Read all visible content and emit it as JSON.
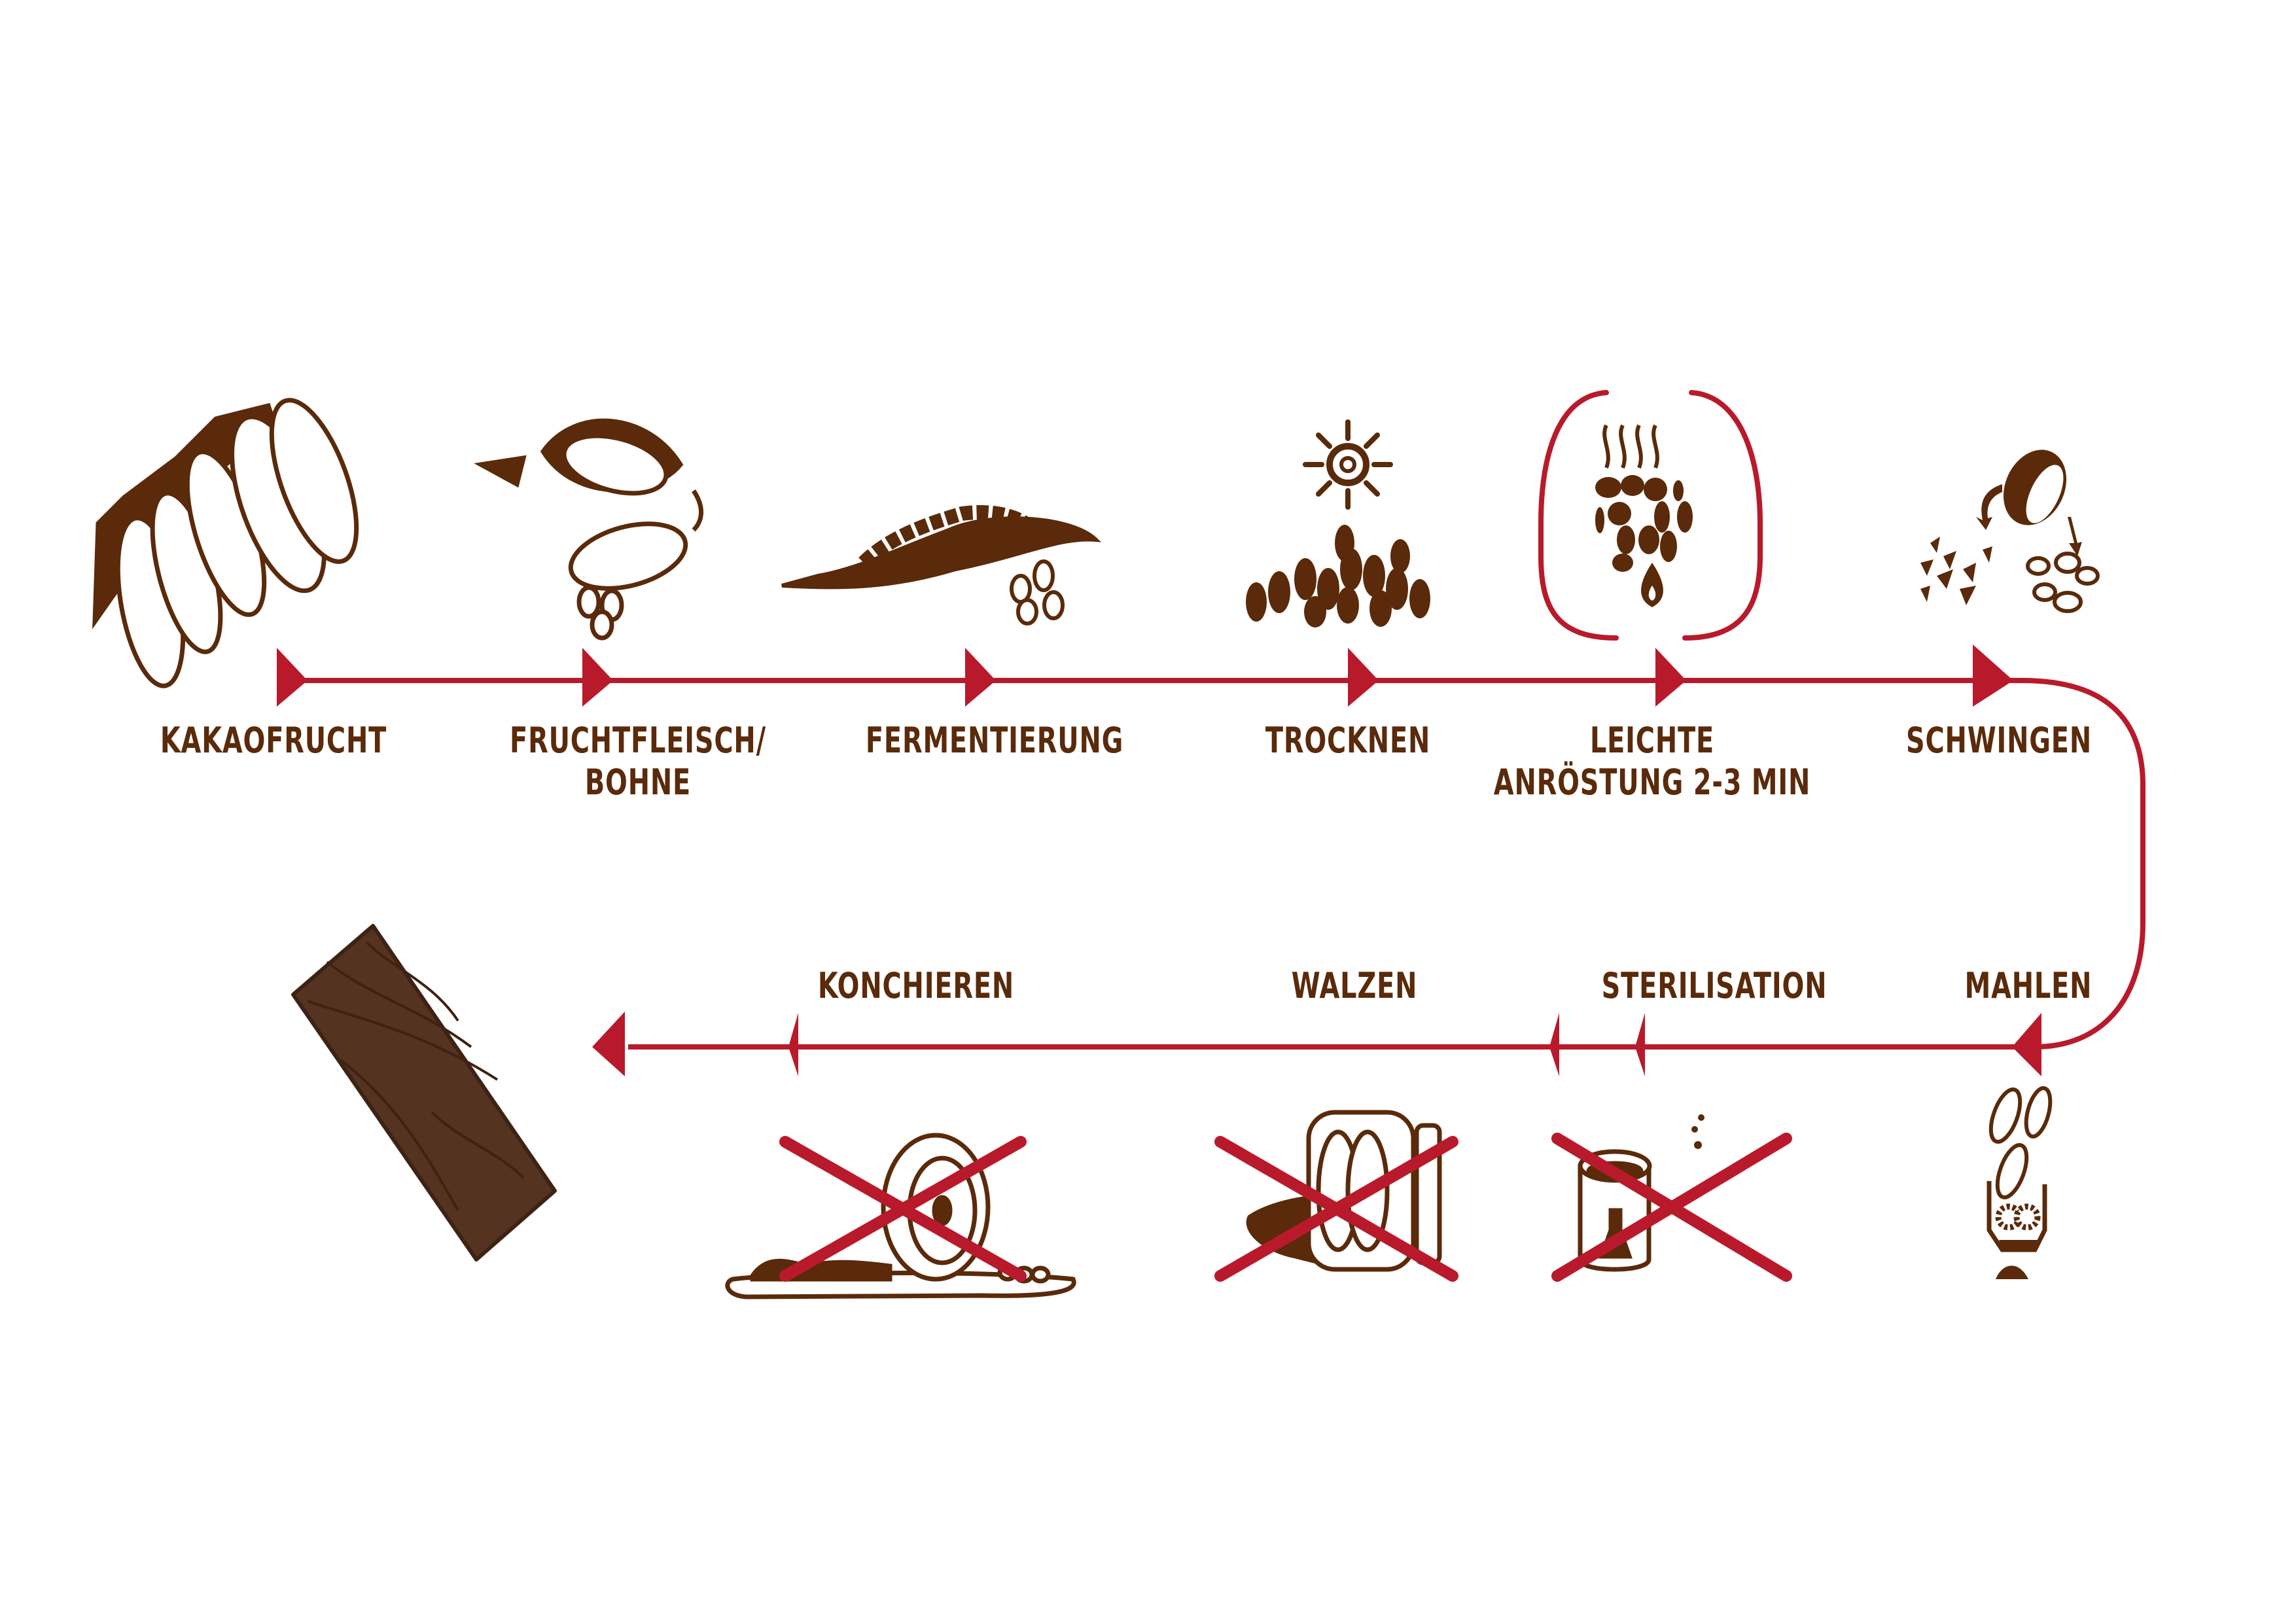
{
  "title": "Kakao-Verarbeitungsprozess",
  "colors": {
    "line": "#b91a2b",
    "text": "#5a2a0a",
    "illustration": "#5a2a0a",
    "chocolate_bar": "#553321",
    "background": "#ffffff"
  },
  "top_row": [
    {
      "id": "kakaofrucht",
      "label": "KAKAOFRUCHT",
      "icon": "cacao-pods-branch-icon",
      "crossed_out": false,
      "highlighted": false
    },
    {
      "id": "fruchtfleisch",
      "label": "FRUCHTFLEISCH/\nBOHNE",
      "icon": "opened-cacao-pod-icon",
      "crossed_out": false,
      "highlighted": false
    },
    {
      "id": "fermentierung",
      "label": "FERMENTIERUNG",
      "icon": "fermenting-beans-leaf-icon",
      "crossed_out": false,
      "highlighted": false
    },
    {
      "id": "trocknen",
      "label": "TROCKNEN",
      "icon": "sun-drying-beans-icon",
      "crossed_out": false,
      "highlighted": false
    },
    {
      "id": "anroestung",
      "label": "LEICHTE\nANRÖSTUNG 2-3 MIN",
      "icon": "roasting-beans-flame-icon",
      "crossed_out": false,
      "highlighted": true
    },
    {
      "id": "schwingen",
      "label": "SCHWINGEN",
      "icon": "winnowing-bean-icon",
      "crossed_out": false,
      "highlighted": false
    }
  ],
  "bottom_row": [
    {
      "id": "mahlen",
      "label": "MAHLEN",
      "icon": "grinder-gears-icon",
      "crossed_out": false
    },
    {
      "id": "sterilisation",
      "label": "STERILISATION",
      "icon": "sterilisation-jar-icon",
      "crossed_out": true
    },
    {
      "id": "walzen",
      "label": "WALZEN",
      "icon": "roller-mill-icon",
      "crossed_out": true
    },
    {
      "id": "konchieren",
      "label": "KONCHIEREN",
      "icon": "conche-wheel-icon",
      "crossed_out": true
    }
  ],
  "end_product": {
    "icon": "chocolate-bar-icon"
  }
}
